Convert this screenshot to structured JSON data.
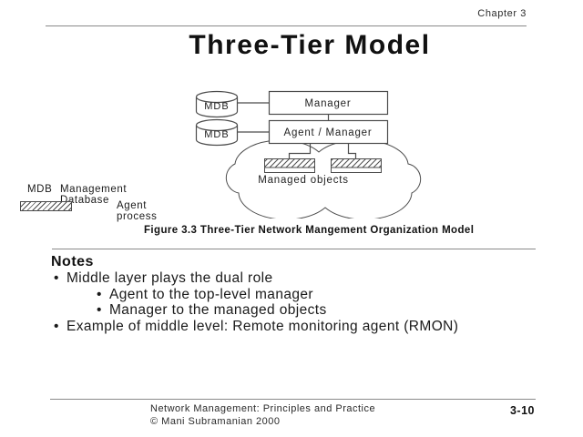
{
  "colors": {
    "background": "#ffffff",
    "text": "#1a1a1a",
    "rule_line": "#8a8a8a",
    "diagram_stroke": "#4c4c4c"
  },
  "header": {
    "chapter": "Chapter 3"
  },
  "title": "Three-Tier Model",
  "diagram": {
    "mdb_top": "MDB",
    "mdb_bottom": "MDB",
    "manager": "Manager",
    "agent_manager": "Agent / Manager",
    "managed_objects": "Managed objects"
  },
  "legend": {
    "mdb_term": "MDB",
    "mdb_desc": "Management Database",
    "agent_desc": "Agent process"
  },
  "caption": "Figure 3.3 Three-Tier Network Mangement Organization Model",
  "notes": {
    "heading": "Notes",
    "bullets": [
      {
        "level": 1,
        "text": "Middle layer plays the dual role"
      },
      {
        "level": 2,
        "text": "Agent to the top-level manager"
      },
      {
        "level": 2,
        "text": "Manager to the managed objects"
      },
      {
        "level": 1,
        "text": "Example of middle level: Remote monitoring agent (RMON)"
      }
    ]
  },
  "footer": {
    "book": "Network Management: Principles and Practice",
    "copyright": "©  Mani Subramanian  2000",
    "page": "3-10"
  }
}
